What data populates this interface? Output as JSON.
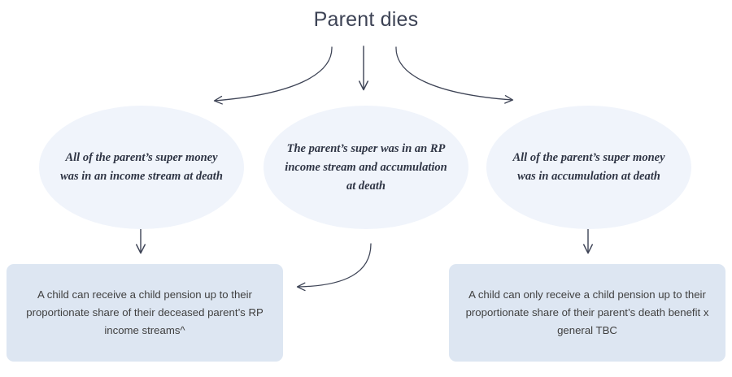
{
  "diagram": {
    "title": "Parent dies",
    "nodes": {
      "ellipse_left": "All of the parent’s super money was in an income stream at death",
      "ellipse_middle": "The parent’s super was in an RP income stream and accumulation at death",
      "ellipse_right": "All of the parent’s super money was in accumulation at death"
    },
    "outcomes": {
      "box_left": "A child can receive a child pension up to their proportionate  share of their deceased parent’s RP income streams^",
      "box_right": "A child can only receive a child pension up to their proportionate  share of their parent’s death benefit x general TBC"
    },
    "connectors": [
      {
        "name": "title-to-left-ellipse",
        "style": "curved-arrow"
      },
      {
        "name": "title-to-middle-ellipse",
        "style": "straight-arrow"
      },
      {
        "name": "title-to-right-ellipse",
        "style": "curved-arrow"
      },
      {
        "name": "left-ellipse-to-left-box",
        "style": "straight-arrow"
      },
      {
        "name": "middle-ellipse-to-left-box",
        "style": "curved-arrow"
      },
      {
        "name": "right-ellipse-to-right-box",
        "style": "straight-arrow"
      }
    ],
    "colors": {
      "title_text": "#3d4355",
      "ellipse_fill": "#f0f4fb",
      "ellipse_text": "#2f3545",
      "box_fill": "#dde6f2",
      "box_text": "#3f3f3f",
      "arrow": "#3d4355",
      "background": "#ffffff"
    }
  }
}
